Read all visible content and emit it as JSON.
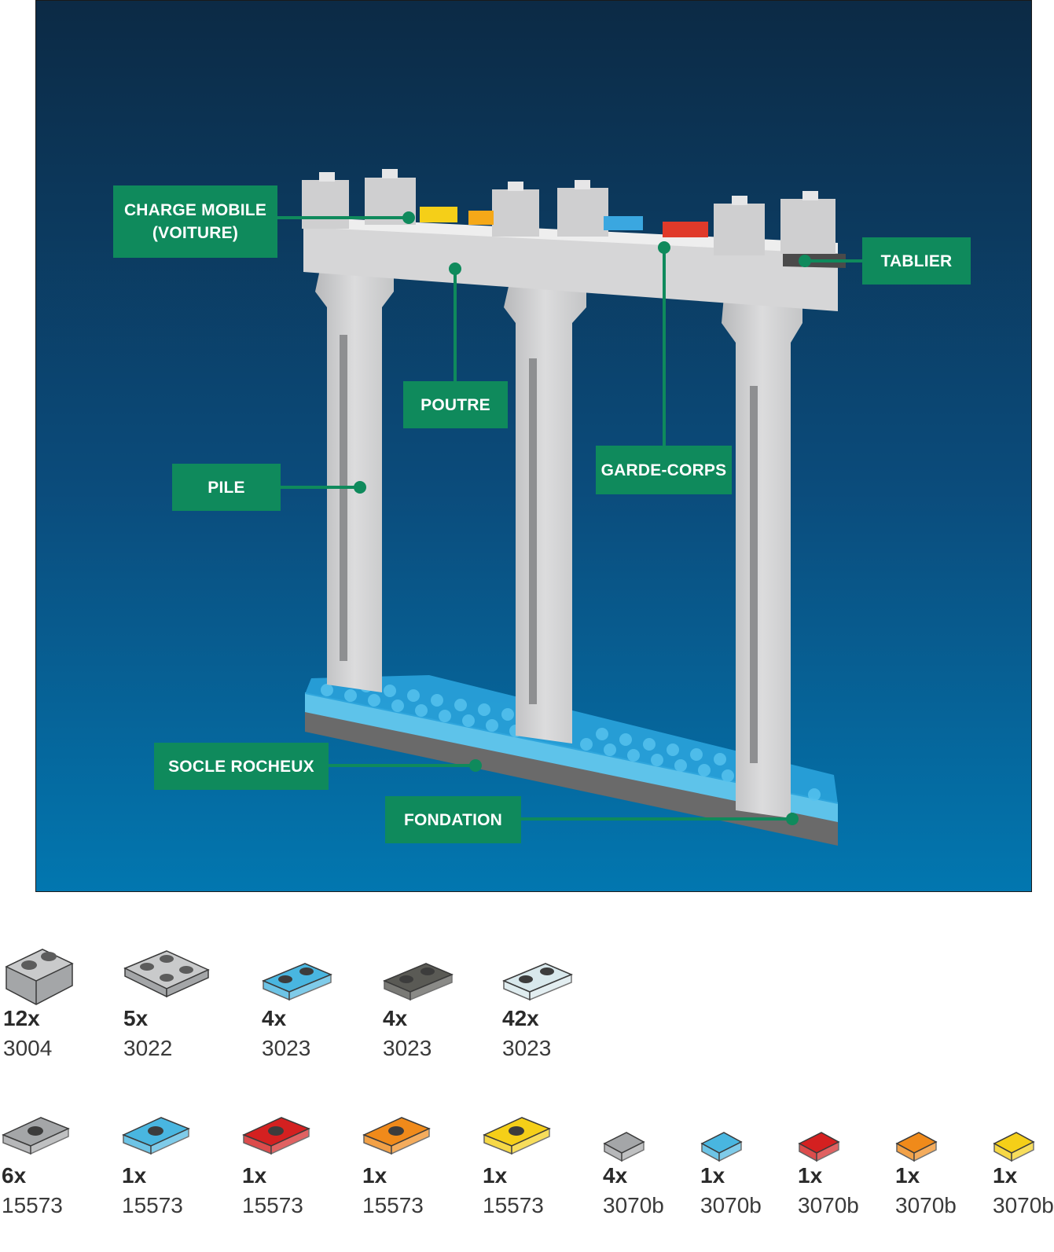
{
  "diagram": {
    "background_colors": {
      "top": "#0c2a45",
      "bottom": "#0274ad"
    },
    "labels": {
      "charge_mobile": "CHARGE MOBILE\n(VOITURE)",
      "tablier": "TABLIER",
      "poutre": "POUTRE",
      "garde_corps": "GARDE-CORPS",
      "pile": "PILE",
      "socle_rocheux": "SOCLE ROCHEUX",
      "fondation": "FONDATION"
    },
    "label_color": "#0f8a5c"
  },
  "parts_row1": [
    {
      "qty": "12x",
      "code": "3004",
      "color": "#a4a6a8",
      "shape": "brick-1x2"
    },
    {
      "qty": "5x",
      "code": "3022",
      "color": "#a4a6a8",
      "shape": "plate-2x2"
    },
    {
      "qty": "4x",
      "code": "3023",
      "color": "#49b6e0",
      "shape": "plate-1x2"
    },
    {
      "qty": "4x",
      "code": "3023",
      "color": "#5a5a55",
      "shape": "plate-1x2"
    },
    {
      "qty": "42x",
      "code": "3023",
      "color": "#d8e8ec",
      "shape": "plate-1x2"
    }
  ],
  "parts_row2": [
    {
      "qty": "6x",
      "code": "15573",
      "color": "#a4a6a8",
      "shape": "jumper"
    },
    {
      "qty": "1x",
      "code": "15573",
      "color": "#49b6e0",
      "shape": "jumper"
    },
    {
      "qty": "1x",
      "code": "15573",
      "color": "#d42020",
      "shape": "jumper"
    },
    {
      "qty": "1x",
      "code": "15573",
      "color": "#f08a1a",
      "shape": "jumper"
    },
    {
      "qty": "1x",
      "code": "15573",
      "color": "#f5cf18",
      "shape": "jumper"
    },
    {
      "qty": "4x",
      "code": "3070b",
      "color": "#a4a6a8",
      "shape": "tile"
    },
    {
      "qty": "1x",
      "code": "3070b",
      "color": "#49b6e0",
      "shape": "tile"
    },
    {
      "qty": "1x",
      "code": "3070b",
      "color": "#d42020",
      "shape": "tile"
    },
    {
      "qty": "1x",
      "code": "3070b",
      "color": "#f08a1a",
      "shape": "tile"
    },
    {
      "qty": "1x",
      "code": "3070b",
      "color": "#f5cf18",
      "shape": "tile"
    }
  ]
}
